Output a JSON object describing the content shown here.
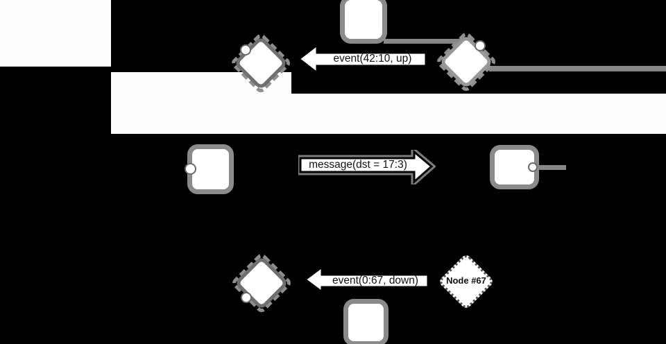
{
  "arrows": {
    "top": {
      "label": "event(42:10, up)",
      "direction": "left"
    },
    "middle": {
      "label": "message(dst = 17:3)",
      "direction": "right"
    },
    "bottom": {
      "label": "event(0:67, down)",
      "direction": "left"
    }
  },
  "node": {
    "label": "Node #67"
  },
  "colors": {
    "background": "#000000",
    "band": "#fdfdfd",
    "connector_gray": "#868686",
    "shape_border_gray": "#8a8a8a",
    "diamond_border_dark": "#6f6f6f",
    "shape_fill": "#ffffff",
    "arrow_outline": "#000000",
    "label_text": "#111111"
  }
}
